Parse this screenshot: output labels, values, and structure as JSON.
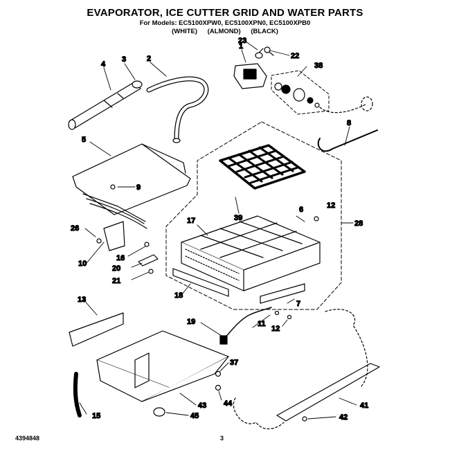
{
  "header": {
    "title": "EVAPORATOR, ICE CUTTER GRID AND WATER PARTS",
    "models": "For Models: EC5100XPW0, EC5100XPN0, EC5100XPB0",
    "colors": [
      "(WHITE)",
      "(ALMOND)",
      "(BLACK)"
    ]
  },
  "callouts": [
    "1",
    "2",
    "3",
    "4",
    "5",
    "6",
    "7",
    "8",
    "9",
    "11",
    "12",
    "12",
    "13",
    "15",
    "16",
    "17",
    "18",
    "19",
    "20",
    "21",
    "22",
    "23",
    "26",
    "28",
    "37",
    "38",
    "39",
    "41",
    "42",
    "43",
    "44",
    "45",
    "10"
  ],
  "footer": {
    "doc_number": "4394848",
    "page_number": "3"
  }
}
